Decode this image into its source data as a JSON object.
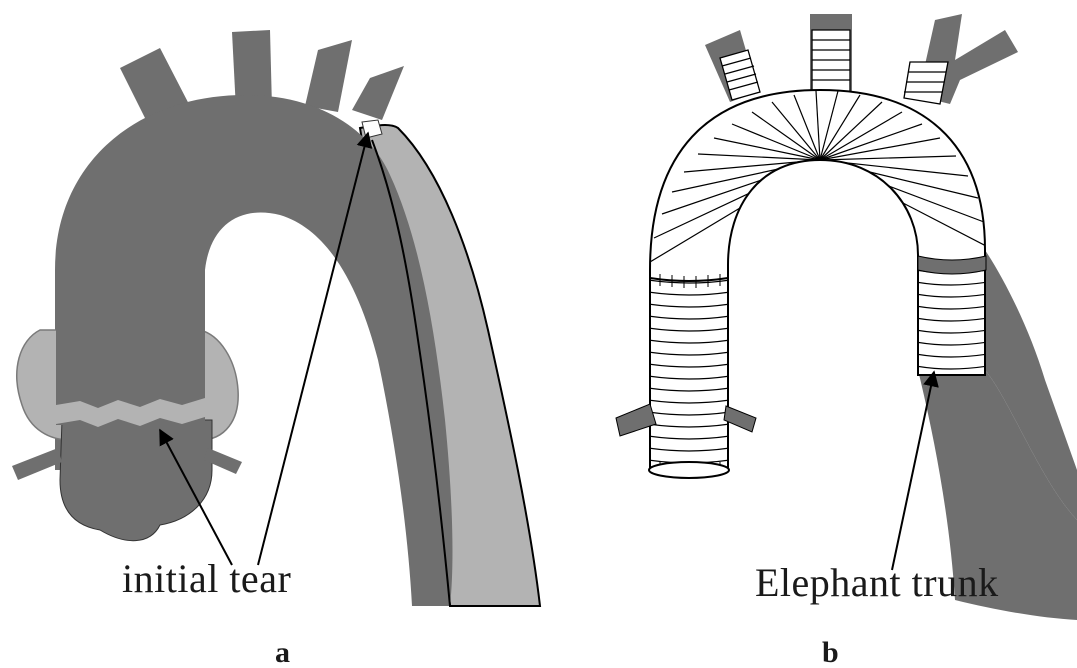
{
  "panel_a": {
    "annotation": "initial tear",
    "panel_label": "a"
  },
  "panel_b": {
    "annotation": "Elephant trunk",
    "panel_label": "b"
  },
  "colors": {
    "aorta_dark": "#6f6f6f",
    "false_lumen_light": "#b3b3b3",
    "graft_white": "#ffffff",
    "outline": "#000000"
  }
}
